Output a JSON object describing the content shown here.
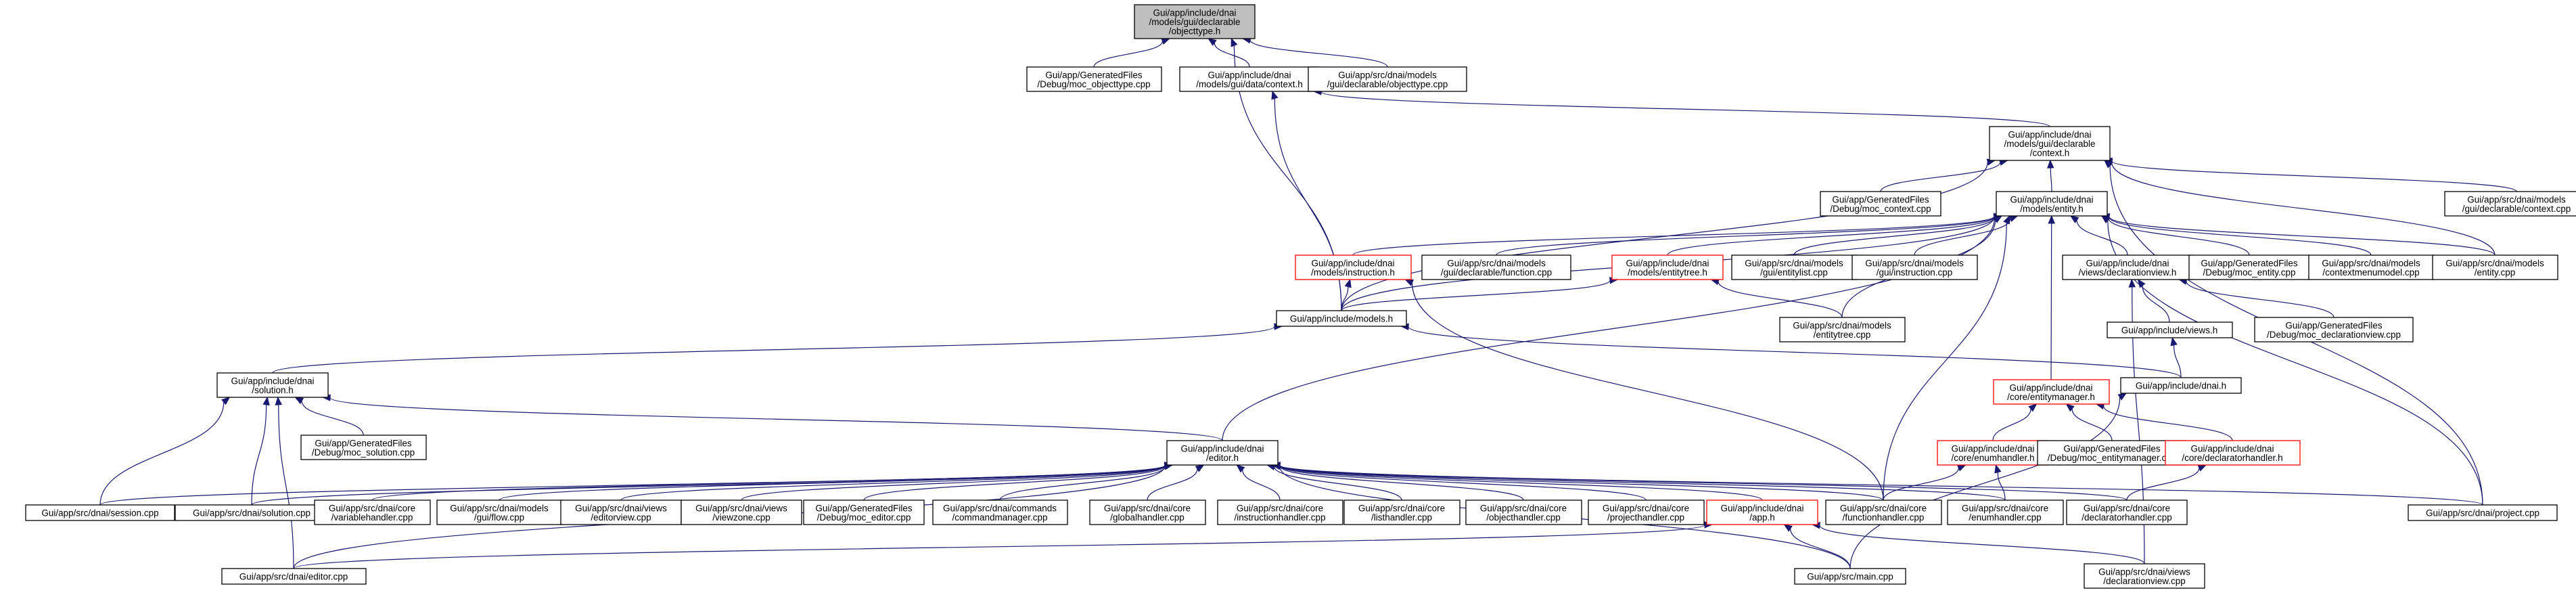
{
  "graph": {
    "root": "objecttype",
    "colors": {
      "edge": "#191970",
      "node_border": "#000000",
      "truncated_border": "#ff0000",
      "root_fill": "#bfbfbf"
    },
    "nodes": [
      {
        "id": "objecttype",
        "lines": [
          "Gui/app/include/dnai",
          "/models/gui/declarable",
          "/objecttype.h"
        ],
        "style": "root"
      },
      {
        "id": "moc_objecttype",
        "lines": [
          "Gui/app/GeneratedFiles",
          "/Debug/moc_objecttype.cpp"
        ],
        "style": "normal"
      },
      {
        "id": "data_context",
        "lines": [
          "Gui/app/include/dnai",
          "/models/gui/data/context.h"
        ],
        "style": "normal"
      },
      {
        "id": "objecttype_cpp",
        "lines": [
          "Gui/app/src/dnai/models",
          "/gui/declarable/objecttype.cpp"
        ],
        "style": "normal"
      },
      {
        "id": "decl_context",
        "lines": [
          "Gui/app/include/dnai",
          "/models/gui/declarable",
          "/context.h"
        ],
        "style": "normal"
      },
      {
        "id": "moc_context",
        "lines": [
          "Gui/app/GeneratedFiles",
          "/Debug/moc_context.cpp"
        ],
        "style": "normal"
      },
      {
        "id": "entity_h",
        "lines": [
          "Gui/app/include/dnai",
          "/models/entity.h"
        ],
        "style": "normal"
      },
      {
        "id": "decl_context_cpp",
        "lines": [
          "Gui/app/src/dnai/models",
          "/gui/declarable/context.cpp"
        ],
        "style": "normal"
      },
      {
        "id": "instruction_h",
        "lines": [
          "Gui/app/include/dnai",
          "/models/instruction.h"
        ],
        "style": "red"
      },
      {
        "id": "function_cpp",
        "lines": [
          "Gui/app/src/dnai/models",
          "/gui/declarable/function.cpp"
        ],
        "style": "normal"
      },
      {
        "id": "entitytree_h",
        "lines": [
          "Gui/app/include/dnai",
          "/models/entitytree.h"
        ],
        "style": "red"
      },
      {
        "id": "entitylist_cpp",
        "lines": [
          "Gui/app/src/dnai/models",
          "/gui/entitylist.cpp"
        ],
        "style": "normal"
      },
      {
        "id": "gui_instruction_cpp",
        "lines": [
          "Gui/app/src/dnai/models",
          "/gui/instruction.cpp"
        ],
        "style": "normal"
      },
      {
        "id": "declarationview_h",
        "lines": [
          "Gui/app/include/dnai",
          "/views/declarationview.h"
        ],
        "style": "normal"
      },
      {
        "id": "moc_entity",
        "lines": [
          "Gui/app/GeneratedFiles",
          "/Debug/moc_entity.cpp"
        ],
        "style": "normal"
      },
      {
        "id": "contextmenumodel_cpp",
        "lines": [
          "Gui/app/src/dnai/models",
          "/contextmenumodel.cpp"
        ],
        "style": "normal"
      },
      {
        "id": "entity_cpp",
        "lines": [
          "Gui/app/src/dnai/models",
          "/entity.cpp"
        ],
        "style": "normal"
      },
      {
        "id": "models_h",
        "lines": [
          "Gui/app/include/models.h"
        ],
        "style": "normal"
      },
      {
        "id": "entitytree_cpp",
        "lines": [
          "Gui/app/src/dnai/models",
          "/entitytree.cpp"
        ],
        "style": "normal"
      },
      {
        "id": "views_h",
        "lines": [
          "Gui/app/include/views.h"
        ],
        "style": "normal"
      },
      {
        "id": "moc_declarationview",
        "lines": [
          "Gui/app/GeneratedFiles",
          "/Debug/moc_declarationview.cpp"
        ],
        "style": "normal"
      },
      {
        "id": "solution_h",
        "lines": [
          "Gui/app/include/dnai",
          "/solution.h"
        ],
        "style": "normal"
      },
      {
        "id": "dnai_h",
        "lines": [
          "Gui/app/include/dnai.h"
        ],
        "style": "normal"
      },
      {
        "id": "entitymanager_h",
        "lines": [
          "Gui/app/include/dnai",
          "/core/entitymanager.h"
        ],
        "style": "red"
      },
      {
        "id": "moc_solution",
        "lines": [
          "Gui/app/GeneratedFiles",
          "/Debug/moc_solution.cpp"
        ],
        "style": "normal"
      },
      {
        "id": "editor_h",
        "lines": [
          "Gui/app/include/dnai",
          "/editor.h"
        ],
        "style": "normal"
      },
      {
        "id": "enumhandler_h",
        "lines": [
          "Gui/app/include/dnai",
          "/core/enumhandler.h"
        ],
        "style": "red"
      },
      {
        "id": "moc_entitymanager",
        "lines": [
          "Gui/app/GeneratedFiles",
          "/Debug/moc_entitymanager.cpp"
        ],
        "style": "normal"
      },
      {
        "id": "declaratorhandler_h",
        "lines": [
          "Gui/app/include/dnai",
          "/core/declaratorhandler.h"
        ],
        "style": "red"
      },
      {
        "id": "session_cpp",
        "lines": [
          "Gui/app/src/dnai/session.cpp"
        ],
        "style": "normal"
      },
      {
        "id": "solution_cpp",
        "lines": [
          "Gui/app/src/dnai/solution.cpp"
        ],
        "style": "normal"
      },
      {
        "id": "variablehandler_cpp",
        "lines": [
          "Gui/app/src/dnai/core",
          "/variablehandler.cpp"
        ],
        "style": "normal"
      },
      {
        "id": "guiflow_cpp",
        "lines": [
          "Gui/app/src/dnai/models",
          "/gui/flow.cpp"
        ],
        "style": "normal"
      },
      {
        "id": "editorview_cpp",
        "lines": [
          "Gui/app/src/dnai/views",
          "/editorview.cpp"
        ],
        "style": "normal"
      },
      {
        "id": "viewzone_cpp",
        "lines": [
          "Gui/app/src/dnai/views",
          "/viewzone.cpp"
        ],
        "style": "normal"
      },
      {
        "id": "moc_editor",
        "lines": [
          "Gui/app/GeneratedFiles",
          "/Debug/moc_editor.cpp"
        ],
        "style": "normal"
      },
      {
        "id": "commandmanager_cpp",
        "lines": [
          "Gui/app/src/dnai/commands",
          "/commandmanager.cpp"
        ],
        "style": "normal"
      },
      {
        "id": "globalhandler_cpp",
        "lines": [
          "Gui/app/src/dnai/core",
          "/globalhandler.cpp"
        ],
        "style": "normal"
      },
      {
        "id": "instructionhandler_cpp",
        "lines": [
          "Gui/app/src/dnai/core",
          "/instructionhandler.cpp"
        ],
        "style": "normal"
      },
      {
        "id": "listhandler_cpp",
        "lines": [
          "Gui/app/src/dnai/core",
          "/listhandler.cpp"
        ],
        "style": "normal"
      },
      {
        "id": "objecthandler_cpp",
        "lines": [
          "Gui/app/src/dnai/core",
          "/objecthandler.cpp"
        ],
        "style": "normal"
      },
      {
        "id": "projecthandler_cpp",
        "lines": [
          "Gui/app/src/dnai/core",
          "/projecthandler.cpp"
        ],
        "style": "normal"
      },
      {
        "id": "app_h",
        "lines": [
          "Gui/app/include/dnai",
          "/app.h"
        ],
        "style": "red"
      },
      {
        "id": "functionhandler_cpp",
        "lines": [
          "Gui/app/src/dnai/core",
          "/functionhandler.cpp"
        ],
        "style": "normal"
      },
      {
        "id": "enumhandler_cpp",
        "lines": [
          "Gui/app/src/dnai/core",
          "/enumhandler.cpp"
        ],
        "style": "normal"
      },
      {
        "id": "declaratorhandler_cpp",
        "lines": [
          "Gui/app/src/dnai/core",
          "/declaratorhandler.cpp"
        ],
        "style": "normal"
      },
      {
        "id": "project_cpp",
        "lines": [
          "Gui/app/src/dnai/project.cpp"
        ],
        "style": "normal"
      },
      {
        "id": "editor_cpp",
        "lines": [
          "Gui/app/src/dnai/editor.cpp"
        ],
        "style": "normal"
      },
      {
        "id": "main_cpp",
        "lines": [
          "Gui/app/src/main.cpp"
        ],
        "style": "normal"
      },
      {
        "id": "declarationview_cpp",
        "lines": [
          "Gui/app/src/dnai/views",
          "/declarationview.cpp"
        ],
        "style": "normal"
      }
    ],
    "edges": [
      [
        "moc_objecttype",
        "objecttype"
      ],
      [
        "data_context",
        "objecttype"
      ],
      [
        "objecttype_cpp",
        "objecttype"
      ],
      [
        "models_h",
        "objecttype"
      ],
      [
        "decl_context",
        "data_context"
      ],
      [
        "models_h",
        "data_context"
      ],
      [
        "moc_context",
        "decl_context"
      ],
      [
        "entity_h",
        "decl_context"
      ],
      [
        "decl_context_cpp",
        "decl_context"
      ],
      [
        "entity_cpp",
        "decl_context"
      ],
      [
        "project_cpp",
        "decl_context"
      ],
      [
        "models_h",
        "decl_context"
      ],
      [
        "instruction_h",
        "entity_h"
      ],
      [
        "function_cpp",
        "entity_h"
      ],
      [
        "entitytree_h",
        "entity_h"
      ],
      [
        "entitylist_cpp",
        "entity_h"
      ],
      [
        "gui_instruction_cpp",
        "entity_h"
      ],
      [
        "declarationview_h",
        "entity_h"
      ],
      [
        "moc_entity",
        "entity_h"
      ],
      [
        "contextmenumodel_cpp",
        "entity_h"
      ],
      [
        "entity_cpp",
        "entity_h"
      ],
      [
        "models_h",
        "entity_h"
      ],
      [
        "entitytree_cpp",
        "entity_h"
      ],
      [
        "entitymanager_h",
        "entity_h"
      ],
      [
        "editor_h",
        "entity_h"
      ],
      [
        "functionhandler_cpp",
        "entity_h"
      ],
      [
        "project_cpp",
        "entity_h"
      ],
      [
        "models_h",
        "instruction_h"
      ],
      [
        "functionhandler_cpp",
        "instruction_h"
      ],
      [
        "models_h",
        "entitytree_h"
      ],
      [
        "entitytree_cpp",
        "entitytree_h"
      ],
      [
        "views_h",
        "declarationview_h"
      ],
      [
        "moc_declarationview",
        "declarationview_h"
      ],
      [
        "declarationview_cpp",
        "declarationview_h"
      ],
      [
        "dnai_h",
        "models_h"
      ],
      [
        "solution_h",
        "models_h"
      ],
      [
        "dnai_h",
        "views_h"
      ],
      [
        "main_cpp",
        "dnai_h"
      ],
      [
        "moc_solution",
        "solution_h"
      ],
      [
        "session_cpp",
        "solution_h"
      ],
      [
        "solution_cpp",
        "solution_h"
      ],
      [
        "editor_h",
        "solution_h"
      ],
      [
        "editor_cpp",
        "solution_h"
      ],
      [
        "enumhandler_h",
        "entitymanager_h"
      ],
      [
        "moc_entitymanager",
        "entitymanager_h"
      ],
      [
        "declaratorhandler_h",
        "entitymanager_h"
      ],
      [
        "enumhandler_cpp",
        "enumhandler_h"
      ],
      [
        "functionhandler_cpp",
        "enumhandler_h"
      ],
      [
        "declaratorhandler_cpp",
        "declaratorhandler_h"
      ],
      [
        "session_cpp",
        "editor_h"
      ],
      [
        "solution_cpp",
        "editor_h"
      ],
      [
        "variablehandler_cpp",
        "editor_h"
      ],
      [
        "guiflow_cpp",
        "editor_h"
      ],
      [
        "editorview_cpp",
        "editor_h"
      ],
      [
        "viewzone_cpp",
        "editor_h"
      ],
      [
        "moc_editor",
        "editor_h"
      ],
      [
        "commandmanager_cpp",
        "editor_h"
      ],
      [
        "globalhandler_cpp",
        "editor_h"
      ],
      [
        "instructionhandler_cpp",
        "editor_h"
      ],
      [
        "listhandler_cpp",
        "editor_h"
      ],
      [
        "objecthandler_cpp",
        "editor_h"
      ],
      [
        "projecthandler_cpp",
        "editor_h"
      ],
      [
        "app_h",
        "editor_h"
      ],
      [
        "functionhandler_cpp",
        "editor_h"
      ],
      [
        "enumhandler_cpp",
        "editor_h"
      ],
      [
        "declaratorhandler_cpp",
        "editor_h"
      ],
      [
        "project_cpp",
        "editor_h"
      ],
      [
        "editor_cpp",
        "editor_h"
      ],
      [
        "main_cpp",
        "editor_h"
      ],
      [
        "editor_cpp",
        "app_h"
      ],
      [
        "main_cpp",
        "app_h"
      ],
      [
        "declarationview_cpp",
        "app_h"
      ]
    ]
  }
}
